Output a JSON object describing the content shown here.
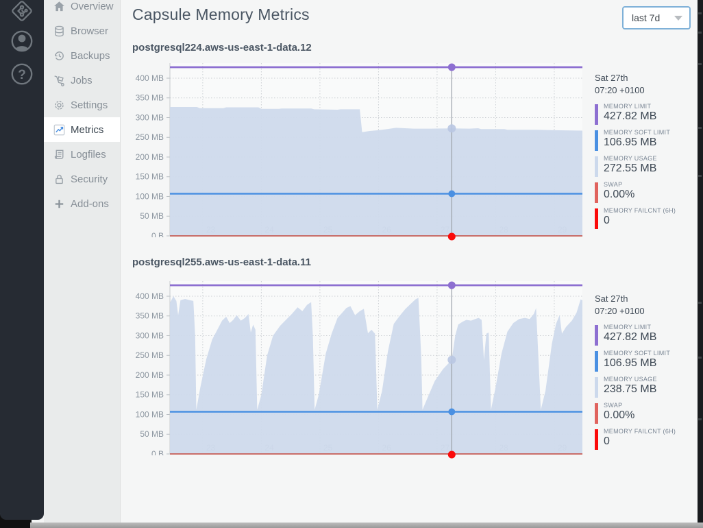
{
  "rail": {
    "icons": [
      {
        "name": "app-logo"
      },
      {
        "name": "user-avatar"
      },
      {
        "name": "help"
      }
    ]
  },
  "sidebar": {
    "items": [
      {
        "label": "Overview",
        "icon": "home",
        "active": false
      },
      {
        "label": "Browser",
        "icon": "database",
        "active": false
      },
      {
        "label": "Backups",
        "icon": "history",
        "active": false
      },
      {
        "label": "Jobs",
        "icon": "hand-truck",
        "active": false
      },
      {
        "label": "Settings",
        "icon": "gear",
        "active": false
      },
      {
        "label": "Metrics",
        "icon": "line-chart",
        "active": true
      },
      {
        "label": "Logfiles",
        "icon": "scroll",
        "active": false
      },
      {
        "label": "Security",
        "icon": "lock",
        "active": false
      },
      {
        "label": "Add-ons",
        "icon": "plus",
        "active": false
      }
    ]
  },
  "header": {
    "title": "Capsule Memory Metrics",
    "range_select": {
      "value": "last 7d"
    }
  },
  "colors": {
    "memory_limit": "#8d6fd1",
    "memory_soft_limit": "#4a90e2",
    "memory_usage_fill": "#cfdaec",
    "memory_usage_legend": "#ccd9ec",
    "swap": "#e0635e",
    "failcnt": "#fb0a0a",
    "zero_line": "#c2453b",
    "cursor_line": "#9aa0a8",
    "usage_dot": "#b9c7e2"
  },
  "charts": [
    {
      "title": "postgresql224.aws-us-east-1-data.12",
      "tooltip": {
        "date": "Sat 27th",
        "time": "07:20 +0100"
      },
      "legend": [
        {
          "label": "MEMORY LIMIT",
          "value": "427.82 MB",
          "color": "#8d6fd1"
        },
        {
          "label": "MEMORY SOFT LIMIT",
          "value": "106.95 MB",
          "color": "#4a90e2"
        },
        {
          "label": "MEMORY USAGE",
          "value": "272.55 MB",
          "color": "#ccd9ec"
        },
        {
          "label": "SWAP",
          "value": "0.00%",
          "color": "#e0635e"
        },
        {
          "label": "MEMORY FAILCNT (6H)",
          "value": "0",
          "color": "#fb0a0a"
        }
      ],
      "chart_data": {
        "type": "area",
        "title": "postgresql224.aws-us-east-1-data.12",
        "x_domain": [
          22.44,
          29.48
        ],
        "x_ticks": [
          23,
          24,
          25,
          26,
          27,
          28,
          29
        ],
        "y_unit": "MB",
        "y_ticks": [
          {
            "v": 400,
            "label": "400 MB"
          },
          {
            "v": 350,
            "label": "350 MB"
          },
          {
            "v": 300,
            "label": "300 MB"
          },
          {
            "v": 250,
            "label": "250 MB"
          },
          {
            "v": 200,
            "label": "200 MB"
          },
          {
            "v": 150,
            "label": "150 MB"
          },
          {
            "v": 100,
            "label": "100 MB"
          },
          {
            "v": 50,
            "label": "50 MB"
          },
          {
            "v": 0,
            "label": "0 B"
          }
        ],
        "limits": {
          "memory_limit": 427.82,
          "memory_soft_limit": 106.95,
          "swap_pct": 0,
          "failcnt": 0
        },
        "series": [
          {
            "name": "memory_usage",
            "points": [
              [
                22.44,
                327
              ],
              [
                22.9,
                327
              ],
              [
                22.95,
                324
              ],
              [
                23.35,
                324
              ],
              [
                23.4,
                326
              ],
              [
                23.95,
                326
              ],
              [
                24.0,
                322
              ],
              [
                24.3,
                322
              ],
              [
                24.35,
                323
              ],
              [
                24.85,
                323
              ],
              [
                24.9,
                321
              ],
              [
                25.3,
                320
              ],
              [
                25.35,
                321
              ],
              [
                25.68,
                321
              ],
              [
                25.72,
                263
              ],
              [
                25.85,
                266
              ],
              [
                26.0,
                268
              ],
              [
                26.15,
                271
              ],
              [
                26.3,
                274
              ],
              [
                26.45,
                273
              ],
              [
                26.6,
                272
              ],
              [
                26.9,
                272
              ],
              [
                27.25,
                272.55
              ],
              [
                27.55,
                272
              ],
              [
                27.7,
                273
              ],
              [
                27.75,
                271
              ],
              [
                28.15,
                271
              ],
              [
                28.2,
                269
              ],
              [
                28.7,
                269
              ],
              [
                29.0,
                268
              ],
              [
                29.48,
                267
              ]
            ]
          }
        ],
        "cursor": {
          "x": 27.25,
          "memory_usage": 272.55
        }
      }
    },
    {
      "title": "postgresql255.aws-us-east-1-data.11",
      "tooltip": {
        "date": "Sat 27th",
        "time": "07:20 +0100"
      },
      "legend": [
        {
          "label": "MEMORY LIMIT",
          "value": "427.82 MB",
          "color": "#8d6fd1"
        },
        {
          "label": "MEMORY SOFT LIMIT",
          "value": "106.95 MB",
          "color": "#4a90e2"
        },
        {
          "label": "MEMORY USAGE",
          "value": "238.75 MB",
          "color": "#ccd9ec"
        },
        {
          "label": "SWAP",
          "value": "0.00%",
          "color": "#e0635e"
        },
        {
          "label": "MEMORY FAILCNT (6H)",
          "value": "0",
          "color": "#fb0a0a"
        }
      ],
      "chart_data": {
        "type": "area",
        "title": "postgresql255.aws-us-east-1-data.11",
        "x_domain": [
          22.44,
          29.48
        ],
        "x_ticks": [
          23,
          24,
          25,
          26,
          27,
          28,
          29
        ],
        "y_unit": "MB",
        "y_ticks": [
          {
            "v": 400,
            "label": "400 MB"
          },
          {
            "v": 350,
            "label": "350 MB"
          },
          {
            "v": 300,
            "label": "300 MB"
          },
          {
            "v": 250,
            "label": "250 MB"
          },
          {
            "v": 200,
            "label": "200 MB"
          },
          {
            "v": 150,
            "label": "150 MB"
          },
          {
            "v": 100,
            "label": "100 MB"
          },
          {
            "v": 50,
            "label": "50 MB"
          },
          {
            "v": 0,
            "label": "0 B"
          }
        ],
        "limits": {
          "memory_limit": 427.82,
          "memory_soft_limit": 106.95,
          "swap_pct": 0,
          "failcnt": 0
        },
        "series": [
          {
            "name": "memory_usage",
            "points": [
              [
                22.44,
                383
              ],
              [
                22.5,
                400
              ],
              [
                22.55,
                388
              ],
              [
                22.58,
                352
              ],
              [
                22.62,
                390
              ],
              [
                22.7,
                393
              ],
              [
                22.78,
                390
              ],
              [
                22.84,
                388
              ],
              [
                22.87,
                300
              ],
              [
                22.89,
                112
              ],
              [
                22.96,
                170
              ],
              [
                23.06,
                240
              ],
              [
                23.16,
                290
              ],
              [
                23.26,
                318
              ],
              [
                23.33,
                338
              ],
              [
                23.4,
                348
              ],
              [
                23.46,
                332
              ],
              [
                23.52,
                340
              ],
              [
                23.58,
                352
              ],
              [
                23.65,
                338
              ],
              [
                23.72,
                345
              ],
              [
                23.78,
                355
              ],
              [
                23.82,
                308
              ],
              [
                23.86,
                328
              ],
              [
                23.9,
                315
              ],
              [
                23.93,
                112
              ],
              [
                24.0,
                150
              ],
              [
                24.1,
                250
              ],
              [
                24.2,
                300
              ],
              [
                24.32,
                325
              ],
              [
                24.42,
                340
              ],
              [
                24.52,
                355
              ],
              [
                24.62,
                372
              ],
              [
                24.7,
                362
              ],
              [
                24.78,
                378
              ],
              [
                24.85,
                385
              ],
              [
                24.88,
                300
              ],
              [
                24.91,
                112
              ],
              [
                24.98,
                150
              ],
              [
                25.1,
                255
              ],
              [
                25.2,
                305
              ],
              [
                25.3,
                345
              ],
              [
                25.38,
                358
              ],
              [
                25.45,
                370
              ],
              [
                25.52,
                375
              ],
              [
                25.6,
                352
              ],
              [
                25.68,
                362
              ],
              [
                25.75,
                368
              ],
              [
                25.82,
                306
              ],
              [
                25.88,
                315
              ],
              [
                25.94,
                305
              ],
              [
                25.98,
                112
              ],
              [
                26.06,
                160
              ],
              [
                26.16,
                260
              ],
              [
                26.26,
                330
              ],
              [
                26.36,
                350
              ],
              [
                26.46,
                368
              ],
              [
                26.56,
                382
              ],
              [
                26.63,
                392
              ],
              [
                26.68,
                396
              ],
              [
                26.71,
                308
              ],
              [
                26.73,
                245
              ],
              [
                26.75,
                112
              ],
              [
                26.83,
                140
              ],
              [
                26.96,
                185
              ],
              [
                27.1,
                215
              ],
              [
                27.25,
                238.75
              ],
              [
                27.31,
                300
              ],
              [
                27.36,
                328
              ],
              [
                27.43,
                335
              ],
              [
                27.5,
                340
              ],
              [
                27.58,
                338
              ],
              [
                27.65,
                342
              ],
              [
                27.71,
                345
              ],
              [
                27.76,
                340
              ],
              [
                27.8,
                238
              ],
              [
                27.84,
                305
              ],
              [
                27.88,
                308
              ],
              [
                27.92,
                112
              ],
              [
                28.0,
                170
              ],
              [
                28.1,
                255
              ],
              [
                28.2,
                310
              ],
              [
                28.3,
                332
              ],
              [
                28.4,
                342
              ],
              [
                28.5,
                345
              ],
              [
                28.58,
                342
              ],
              [
                28.65,
                355
              ],
              [
                28.69,
                370
              ],
              [
                28.73,
                240
              ],
              [
                28.77,
                112
              ],
              [
                28.85,
                160
              ],
              [
                28.96,
                280
              ],
              [
                29.03,
                330
              ],
              [
                29.09,
                352
              ],
              [
                29.13,
                305
              ],
              [
                29.2,
                322
              ],
              [
                29.3,
                338
              ],
              [
                29.38,
                358
              ],
              [
                29.45,
                392
              ],
              [
                29.48,
                390
              ]
            ]
          }
        ],
        "cursor": {
          "x": 27.25,
          "memory_usage": 238.75
        }
      }
    }
  ]
}
